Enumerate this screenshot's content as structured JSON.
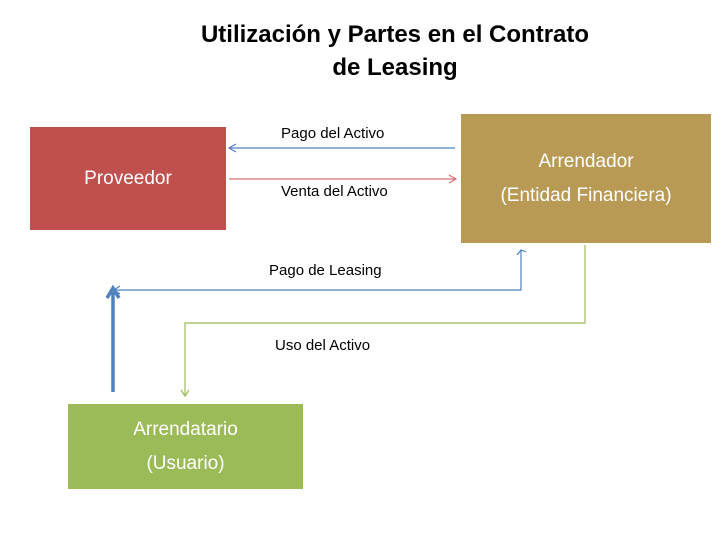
{
  "title": {
    "line1": "Utilización y Partes en el Contrato",
    "line2": "de Leasing"
  },
  "nodes": {
    "proveedor": {
      "label": "Proveedor",
      "color": "#c0504d"
    },
    "arrendador": {
      "line1": "Arrendador",
      "line2": "(Entidad Financiera)",
      "color": "#b89a55"
    },
    "arrendatario": {
      "line1": "Arrendatario",
      "line2": "(Usuario)",
      "color": "#9bbb59"
    }
  },
  "edges": {
    "pago_activo": "Pago del Activo",
    "venta_activo": "Venta del Activo",
    "pago_leasing": "Pago de Leasing",
    "uso_activo": "Uso del Activo"
  }
}
